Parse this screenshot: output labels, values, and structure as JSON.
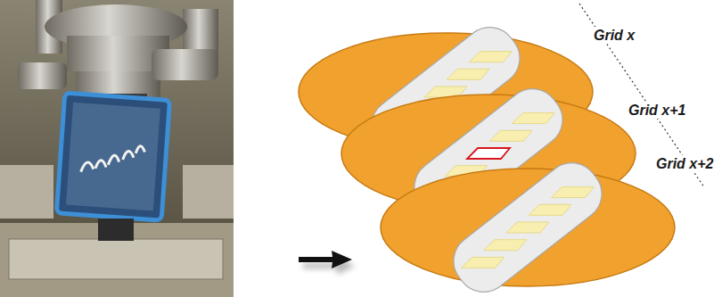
{
  "diagram": {
    "labels": [
      "Grid x",
      "Grid x+1",
      "Grid x+2"
    ]
  }
}
